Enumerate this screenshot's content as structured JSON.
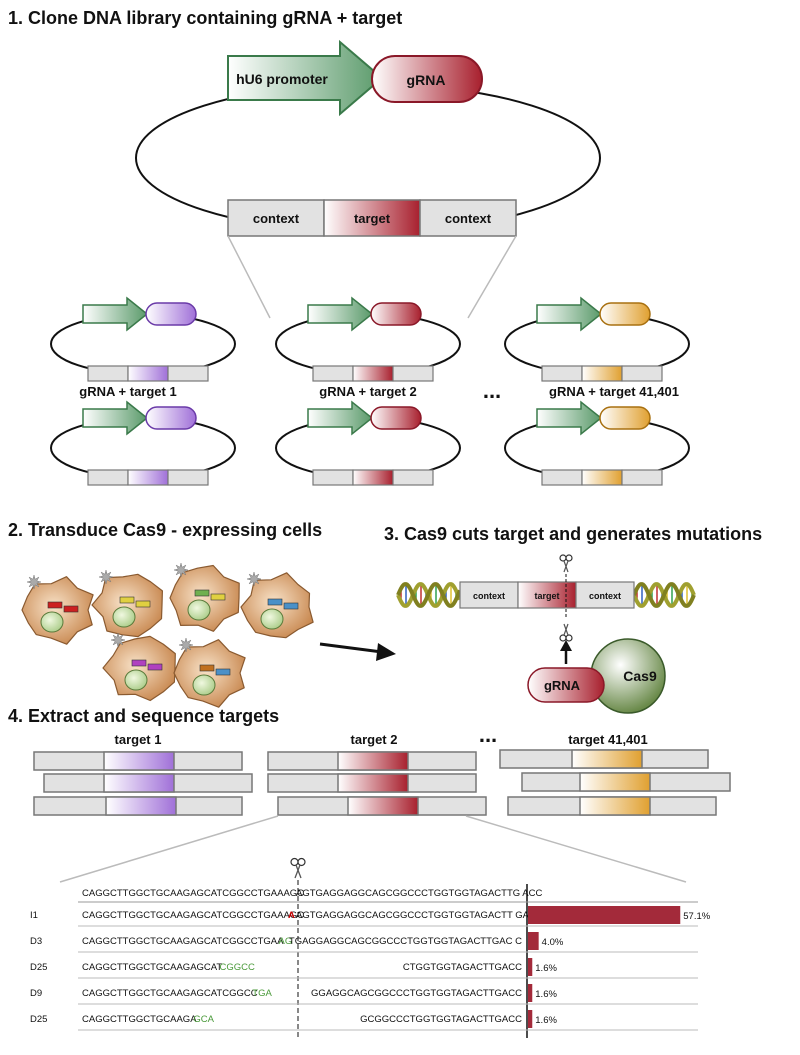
{
  "step1": {
    "title": "1. Clone DNA library containing gRNA + target",
    "promoter": "hU6 promoter",
    "grna": "gRNA",
    "context_left": "context",
    "target": "target",
    "context_right": "context",
    "lib_labels": [
      "gRNA + target 1",
      "gRNA + target 2",
      "gRNA + target 41,401"
    ],
    "ellipsis": "..."
  },
  "step2": {
    "title": "2. Transduce Cas9 - expressing cells"
  },
  "step3": {
    "title": "3. Cas9 cuts target and generates mutations",
    "context_left": "context",
    "target": "target",
    "context_right": "context",
    "grna": "gRNA",
    "cas9": "Cas9"
  },
  "step4": {
    "title": "4. Extract and sequence targets",
    "targets": [
      "target 1",
      "target 2",
      "target 41,401"
    ],
    "ellipsis": "..."
  },
  "colors": {
    "purple": "#a070d8",
    "red": "#a8202e",
    "orange": "#e0a030",
    "green": "#5a9a6a",
    "context": "#e2e2e2",
    "bar": "#a32a3a",
    "inserted": "#cc0000",
    "deleted": "#4a9a3a"
  },
  "alignment": {
    "reference": {
      "left": "CAGGCTTGGCTGCAAGAGCATCGGCCTGAAAGC",
      "right": "AGTGAGGAGGCAGCGGCCCTGGTGGTAGACTTG ACC"
    },
    "rows": [
      {
        "id": "I1",
        "left": "CAGGCTTGGCTGCAAGAGCATCGGCCTGAAAGC",
        "ins": "A",
        "right": "AGTGAGGAGGCAGCGGCCCTGGTGGTAGACTT GAC",
        "value": 57.1,
        "label": "57.1%"
      },
      {
        "id": "D3",
        "left": "CAGGCTTGGCTGCAAGAGCATCGGCCTGAA",
        "del": "AG",
        "right": "TGAGGAGGCAGCGGCCCTGGTGGTAGACTTGAC C",
        "value": 4.0,
        "label": "4.0%"
      },
      {
        "id": "D25",
        "left": "CAGGCTTGGCTGCAAGAGCAT",
        "del": "CGGCC",
        "right": "CTGGTGGTAGACTTGACC",
        "value": 1.6,
        "label": "1.6%"
      },
      {
        "id": "D9",
        "left": "CAGGCTTGGCTGCAAGAGCATCGGCC",
        "del": "TGA",
        "right": "GGAGGCAGCGGCCCTGGTGGTAGACTTGACC",
        "value": 1.6,
        "label": "1.6%"
      },
      {
        "id": "D25",
        "left": "CAGGCTTGGCTGCAAGA",
        "del": "GCA",
        "right": "GCGGCCCTGGTGGTAGACTTGACC",
        "value": 1.6,
        "label": "1.6%"
      }
    ]
  }
}
